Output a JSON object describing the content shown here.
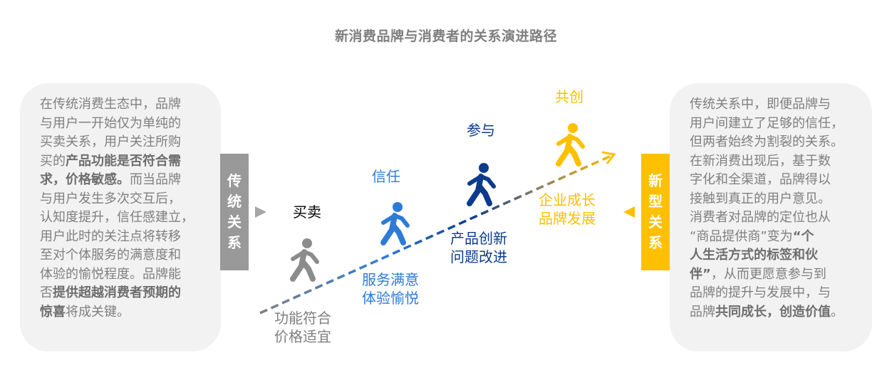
{
  "title": "新消费品牌与消费者的关系演进路径",
  "left_panel": {
    "segments": [
      {
        "text": "在传统消费生态中，品牌与用户一开始仅为单纯的买卖关系，用户关注所购买的",
        "bold": false
      },
      {
        "text": "产品功能是否符合需求，价格敏感。",
        "bold": true
      },
      {
        "text": "而当品牌与用户发生多次交互后，认知度提升，信任感建立，用户此时的关注点将转移至对个体服务的满意度和体验的愉悦程度。品牌能否",
        "bold": false
      },
      {
        "text": "提供超越消费者预期的惊喜",
        "bold": true
      },
      {
        "text": "将成关键。",
        "bold": false
      }
    ],
    "lines": [
      [
        {
          "t": "在传统消费生态中，品牌"
        }
      ],
      [
        {
          "t": "与用户一开始仅为单纯的"
        }
      ],
      [
        {
          "t": "买卖关系，用户关注所购"
        }
      ],
      [
        {
          "t": "买的"
        },
        {
          "t": "产品功能是否符合需",
          "b": true
        }
      ],
      [
        {
          "t": "求，价格敏感。",
          "b": true
        },
        {
          "t": "而当品牌"
        }
      ],
      [
        {
          "t": "与用户发生多次交互后，"
        }
      ],
      [
        {
          "t": "认知度提升，信任感建立，"
        }
      ],
      [
        {
          "t": "用户此时的关注点将转移"
        }
      ],
      [
        {
          "t": "至对个体服务的满意度和"
        }
      ],
      [
        {
          "t": "体验的愉悦程度。品牌能"
        }
      ],
      [
        {
          "t": "否"
        },
        {
          "t": "提供超越消费者预期的",
          "b": true
        }
      ],
      [
        {
          "t": "惊喜",
          "b": true
        },
        {
          "t": "将成关键。"
        }
      ]
    ]
  },
  "right_panel": {
    "lines": [
      [
        {
          "t": "传统关系中，即便品牌与"
        }
      ],
      [
        {
          "t": "用户间建立了足够的信任，"
        }
      ],
      [
        {
          "t": "但两者始终为割裂的关系。"
        }
      ],
      [
        {
          "t": "在新消费出现后，基于数"
        }
      ],
      [
        {
          "t": "字化和全渠道，品牌得以"
        }
      ],
      [
        {
          "t": "接触到真正的用户意见。"
        }
      ],
      [
        {
          "t": "消费者对品牌的定位也从"
        }
      ],
      [
        {
          "t": "“商品提供商”变为"
        },
        {
          "t": "“个",
          "b": true
        }
      ],
      [
        {
          "t": "人生活方式的标签和伙",
          "b": true
        }
      ],
      [
        {
          "t": "伴”",
          "b": true
        },
        {
          "t": "，从而更愿意参与到"
        }
      ],
      [
        {
          "t": "品牌的提升与发展中，与"
        }
      ],
      [
        {
          "t": "品牌"
        },
        {
          "t": "共同成长，创造价值",
          "b": true
        },
        {
          "t": "。"
        }
      ]
    ]
  },
  "tabs": {
    "left": {
      "label": "传统关系",
      "chars": [
        "传",
        "统",
        "关",
        "系"
      ],
      "color": "#999999"
    },
    "right": {
      "label": "新型关系",
      "chars": [
        "新",
        "型",
        "关",
        "系"
      ],
      "color": "#ffc000"
    }
  },
  "stages": [
    {
      "name": "买卖",
      "desc": [
        "功能符合",
        "价格适宜"
      ],
      "color": "#8c8c8c",
      "desc_color": "#7f7f7f"
    },
    {
      "name": "信任",
      "desc": [
        "服务满意",
        "体验愉悦"
      ],
      "color": "#2e7bd6",
      "desc_color": "#2e7bd6"
    },
    {
      "name": "参与",
      "desc": [
        "产品创新",
        "问题改进"
      ],
      "color": "#0c3b8c",
      "desc_color": "#0c3b8c"
    },
    {
      "name": "共创",
      "desc": [
        "企业成长",
        "品牌发展"
      ],
      "color": "#ffc000",
      "desc_color": "#ffc000"
    }
  ],
  "icons": {
    "walker": "person-walking-icon",
    "arrow_right": "triangle-right-icon",
    "arrow_left": "triangle-left-icon"
  }
}
